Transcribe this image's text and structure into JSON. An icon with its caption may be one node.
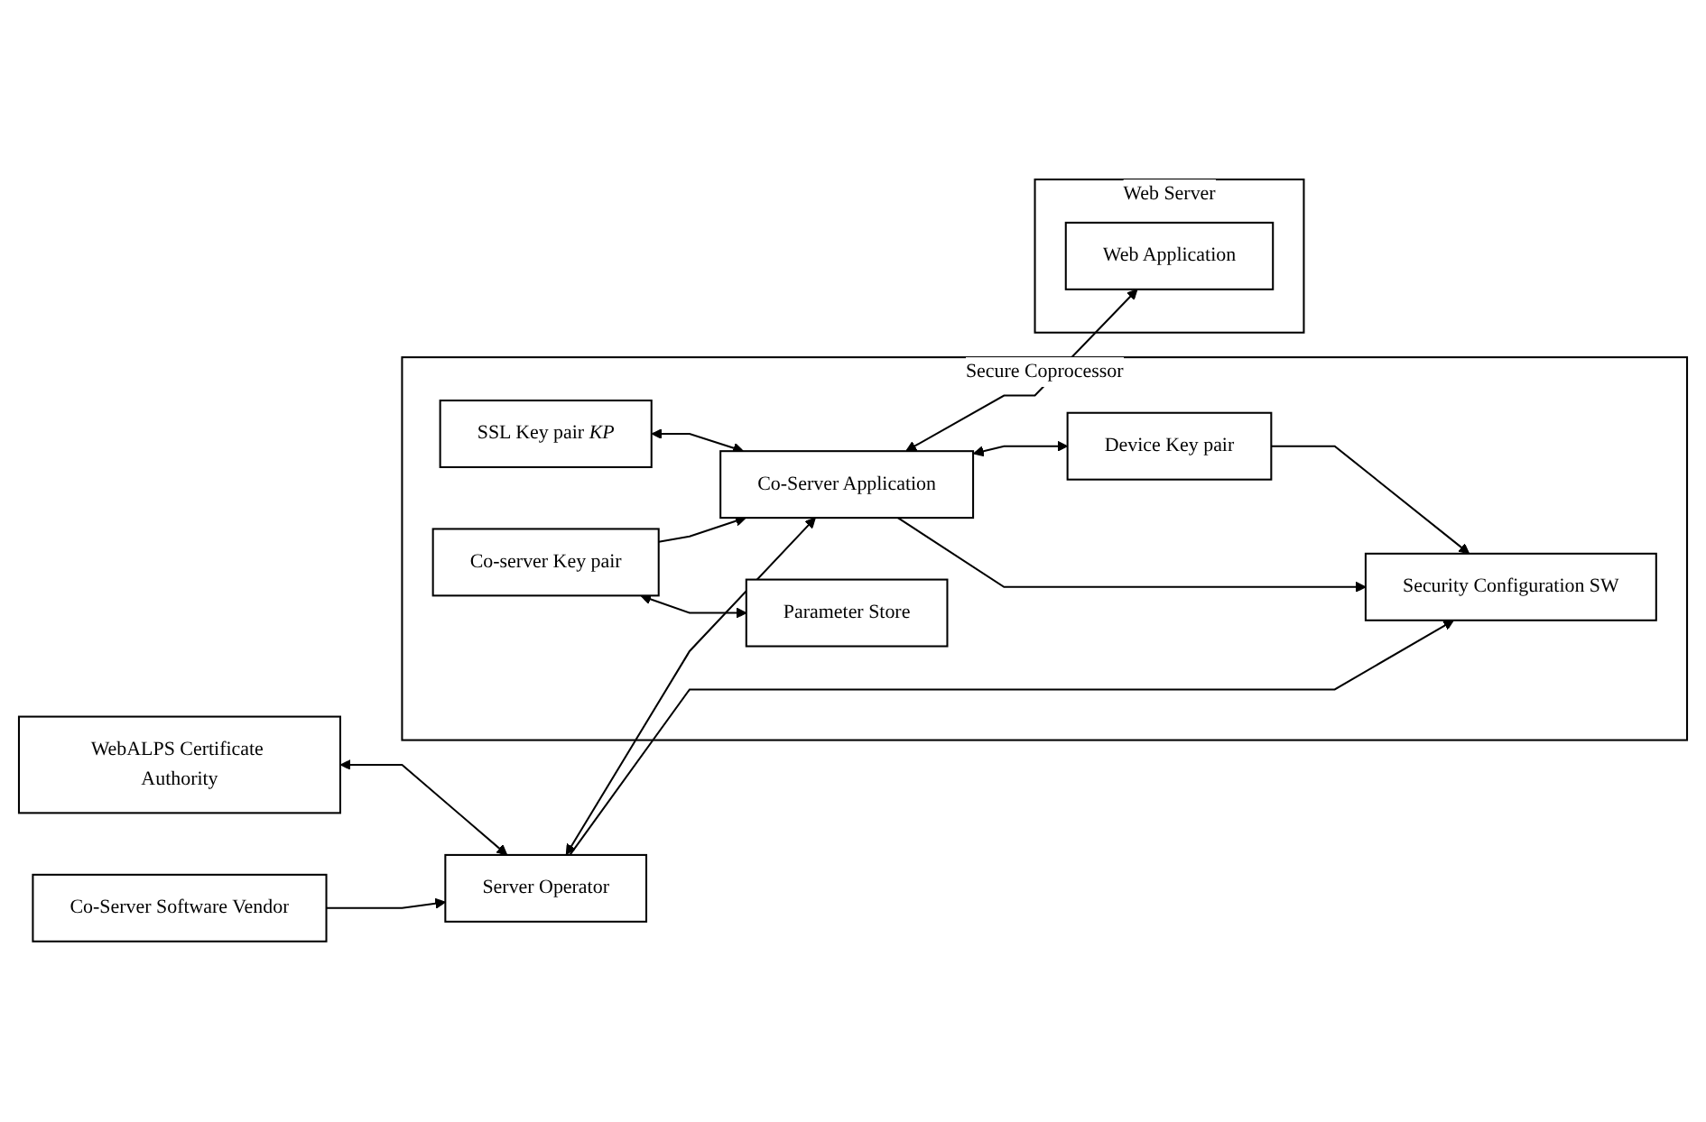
{
  "diagram": {
    "nodes": [
      {
        "text": [
          "WebALPS Certificate Authority"
        ]
      },
      {
        "text": [
          "Server Operator"
        ]
      },
      {
        "text": [
          "Co-Server Software Vendor"
        ]
      },
      {
        "text": [
          "Secure Coprocessor"
        ]
      },
      {
        "text": [
          "SSL Key pair *KP*"
        ],
        "in": 3
      },
      {
        "text": [
          "Co-Server Application"
        ],
        "in": 3
      },
      {
        "text": [
          "Co-server Key pair"
        ],
        "in": 3
      },
      {
        "text": [
          "Security Configuration SW"
        ],
        "in": 3
      },
      {
        "text": [
          "Parameter Store"
        ],
        "in": 3
      },
      {
        "text": [
          "Device Key pair"
        ],
        "in": 3
      },
      {
        "text": [
          "Web Server"
        ]
      },
      {
        "text": [
          "Web Application"
        ],
        "in": 10
      }
    ],
    "edges": [
      {
        "from": 0,
        "to": 1,
        "arrow": "both"
      },
      {
        "from": 1,
        "to": 5,
        "arrow": "both"
      },
      {
        "from": 2,
        "to": 1,
        "arrow": "to"
      },
      {
        "from": 1,
        "to": 7,
        "arrow": "to"
      },
      {
        "from": 4,
        "to": 5,
        "arrow": "both"
      },
      {
        "from": 6,
        "to": 5,
        "arrow": "to"
      },
      {
        "from": 5,
        "to": 11,
        "arrow": "both"
      },
      {
        "from": 6,
        "to": 8,
        "arrow": "both"
      },
      {
        "from": 5,
        "to": 9,
        "arrow": "both"
      },
      {
        "from": 5,
        "to": 7,
        "arrow": "to"
      },
      {
        "from": 9,
        "to": 7,
        "arrow": "to"
      }
    ]
  }
}
